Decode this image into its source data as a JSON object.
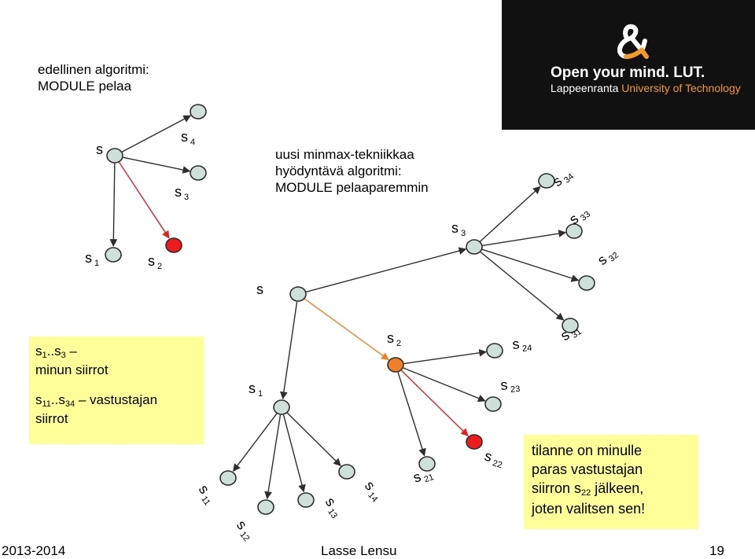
{
  "header": {
    "line1": "edellinen algoritmi:",
    "line2": "MODULE pelaa"
  },
  "logo": {
    "brand": "Open your mind. LUT.",
    "university_a": "Lappeenranta",
    "university_b": " University of Technology"
  },
  "mid_text": {
    "line1": "uusi minmax-tekniikkaa",
    "line2": "hyödyntävä algoritmi:",
    "line3": "MODULE pelaaparemmin"
  },
  "legend_box": {
    "a_s": "s",
    "a_1": "1",
    "a_dots": "..s",
    "a_3": "3",
    "a_dash": " –",
    "a_line2": "minun siirrot",
    "b_s": "s",
    "b_11": "11",
    "b_dots": "..s",
    "b_34": "34",
    "b_rest": " – vastustajan",
    "b_line2": "siirrot"
  },
  "note_box": {
    "line1": "tilanne on minulle",
    "line2": "paras vastustajan",
    "line3a": "siirron s",
    "line3sub": "22",
    "line3b": " jälkeen,",
    "line4": "joten valitsen sen!"
  },
  "footer": {
    "year": "2013-2014",
    "author": "Lasse Lensu",
    "page": "19"
  },
  "colors": {
    "node_fill": "#cfe0da",
    "node_stroke": "#2e2e2e",
    "red_node": "#ee1c1c",
    "orange_node": "#f0812a",
    "red_edge": "#e02222",
    "orange_edge": "#f0812a",
    "yellow_box": "#ffff99"
  },
  "diagram": {
    "nodes": [
      {
        "id": "t1_s"
      },
      {
        "id": "t1_s4"
      },
      {
        "id": "t1_s3"
      },
      {
        "id": "t1_s1"
      },
      {
        "id": "t1_s2",
        "color": "red"
      },
      {
        "id": "t2_s"
      },
      {
        "id": "t2_s1"
      },
      {
        "id": "t2_s2",
        "color": "orange"
      },
      {
        "id": "t2_s3"
      },
      {
        "id": "t2_s11"
      },
      {
        "id": "t2_s12"
      },
      {
        "id": "t2_s13"
      },
      {
        "id": "t2_s14"
      },
      {
        "id": "t2_s21"
      },
      {
        "id": "t2_s22",
        "color": "red"
      },
      {
        "id": "t2_s23"
      },
      {
        "id": "t2_s24"
      },
      {
        "id": "t2_s31"
      },
      {
        "id": "t2_s32"
      },
      {
        "id": "t2_s33"
      },
      {
        "id": "t2_s34"
      }
    ],
    "edges": [
      {
        "from": "t1_s",
        "to": "t1_s4"
      },
      {
        "from": "t1_s",
        "to": "t1_s3"
      },
      {
        "from": "t1_s",
        "to": "t1_s1"
      },
      {
        "from": "t1_s",
        "to": "t1_s2",
        "color": "red"
      },
      {
        "from": "t2_s",
        "to": "t2_s1"
      },
      {
        "from": "t2_s",
        "to": "t2_s2",
        "color": "orange"
      },
      {
        "from": "t2_s",
        "to": "t2_s3"
      },
      {
        "from": "t2_s1",
        "to": "t2_s11"
      },
      {
        "from": "t2_s1",
        "to": "t2_s12"
      },
      {
        "from": "t2_s1",
        "to": "t2_s13"
      },
      {
        "from": "t2_s1",
        "to": "t2_s14"
      },
      {
        "from": "t2_s2",
        "to": "t2_s21"
      },
      {
        "from": "t2_s2",
        "to": "t2_s22",
        "color": "red"
      },
      {
        "from": "t2_s2",
        "to": "t2_s23"
      },
      {
        "from": "t2_s2",
        "to": "t2_s24"
      },
      {
        "from": "t2_s3",
        "to": "t2_s31"
      },
      {
        "from": "t2_s3",
        "to": "t2_s32"
      },
      {
        "from": "t2_s3",
        "to": "t2_s33"
      },
      {
        "from": "t2_s3",
        "to": "t2_s34"
      }
    ],
    "labels": [
      {
        "id": "t1_s",
        "base": "s",
        "sub": ""
      },
      {
        "id": "t1_s4",
        "base": "s",
        "sub": "4"
      },
      {
        "id": "t1_s3",
        "base": "s",
        "sub": "3"
      },
      {
        "id": "t1_s1",
        "base": "s",
        "sub": "1"
      },
      {
        "id": "t1_s2",
        "base": "s",
        "sub": "2"
      },
      {
        "id": "t2_s",
        "base": "s",
        "sub": ""
      },
      {
        "id": "t2_s1",
        "base": "s",
        "sub": "1"
      },
      {
        "id": "t2_s2",
        "base": "s",
        "sub": "2"
      },
      {
        "id": "t2_s3",
        "base": "s",
        "sub": "3"
      },
      {
        "id": "t2_s11",
        "base": "s",
        "sub": "11"
      },
      {
        "id": "t2_s12",
        "base": "s",
        "sub": "12"
      },
      {
        "id": "t2_s13",
        "base": "s",
        "sub": "13"
      },
      {
        "id": "t2_s14",
        "base": "s",
        "sub": "14"
      },
      {
        "id": "t2_s21",
        "base": "s",
        "sub": "21"
      },
      {
        "id": "t2_s22",
        "base": "s",
        "sub": "22"
      },
      {
        "id": "t2_s23",
        "base": "s",
        "sub": "23"
      },
      {
        "id": "t2_s24",
        "base": "s",
        "sub": "24"
      },
      {
        "id": "t2_s31",
        "base": "s",
        "sub": "31"
      },
      {
        "id": "t2_s32",
        "base": "s",
        "sub": "32"
      },
      {
        "id": "t2_s33",
        "base": "s",
        "sub": "33"
      },
      {
        "id": "t2_s34",
        "base": "s",
        "sub": "34"
      }
    ]
  }
}
